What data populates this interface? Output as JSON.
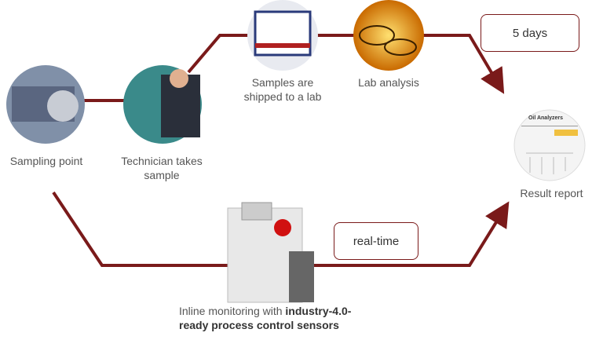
{
  "colors": {
    "line": "#7a1a1a",
    "text": "#555555"
  },
  "nodes": {
    "sampling_point": "Sampling point",
    "technician_line1": "Technician takes",
    "technician_line2": "sample",
    "shipped_line1": "Samples are",
    "shipped_line2": "shipped to a lab",
    "lab": "Lab analysis",
    "report": "Result report",
    "report_logo": "Oil Analyzers",
    "inline_line1_a": "Inline monitoring with ",
    "inline_line1_b": "industry-4.0-",
    "inline_line2": "ready process control sensors"
  },
  "callouts": {
    "slow": "5 days",
    "fast": "real-time"
  }
}
